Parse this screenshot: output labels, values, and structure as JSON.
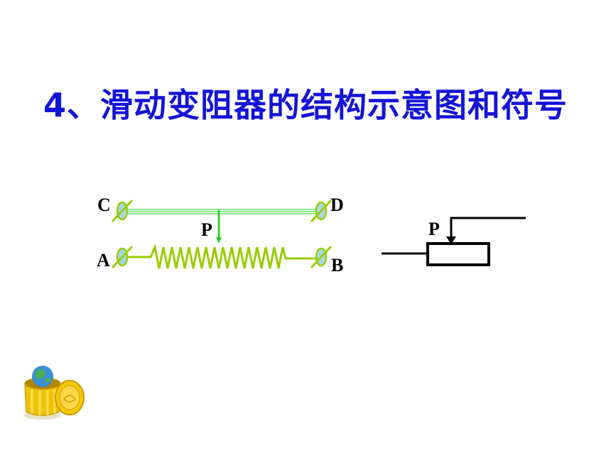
{
  "title": "4、滑动变阻器的结构示意图和符号",
  "structure_diagram": {
    "terminal_labels": {
      "c": "C",
      "d": "D",
      "a": "A",
      "b": "B"
    },
    "slider_label": "P"
  },
  "symbol_diagram": {
    "slider_label": "P"
  },
  "colors": {
    "title": "#1414d8",
    "coil": "#99cc00",
    "metal_rod": "#66dd66",
    "slider": "#22cc22",
    "symbol": "#000000",
    "icon_cup": "#f2c300"
  },
  "decor": {
    "icon": "globe-in-cup-icon"
  }
}
